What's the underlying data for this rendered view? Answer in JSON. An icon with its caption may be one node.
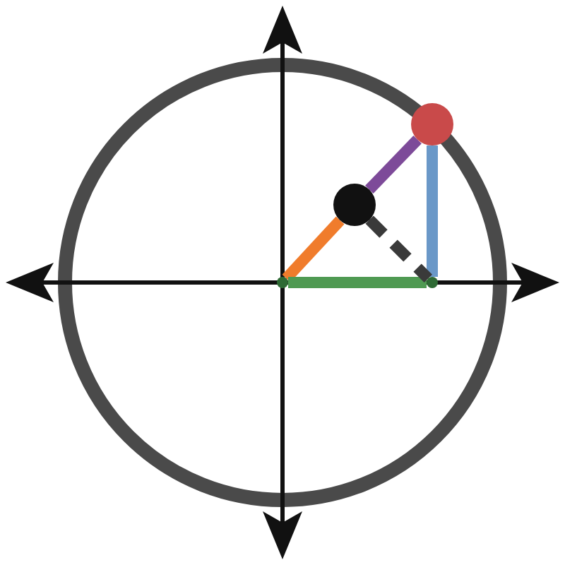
{
  "diagram": {
    "nodes": [
      {
        "text": [],
        "shape": "point"
      },
      {
        "text": [],
        "shape": "circle"
      },
      {
        "text": [],
        "shape": "circle"
      },
      {
        "text": [],
        "shape": "point"
      }
    ],
    "edges": [
      {
        "from": 0,
        "to": 1,
        "arrow": "none",
        "color": "#f07c2c"
      },
      {
        "from": 1,
        "to": 2,
        "arrow": "none",
        "color": "#7d4a99"
      },
      {
        "from": 2,
        "to": 3,
        "arrow": "none",
        "color": "#6a98c8"
      },
      {
        "from": 0,
        "to": 3,
        "arrow": "none",
        "color": "#4f9a52"
      },
      {
        "from": 1,
        "to": 3,
        "arrow": "none",
        "style": "dashed",
        "color": "#3a3a3a"
      }
    ]
  }
}
